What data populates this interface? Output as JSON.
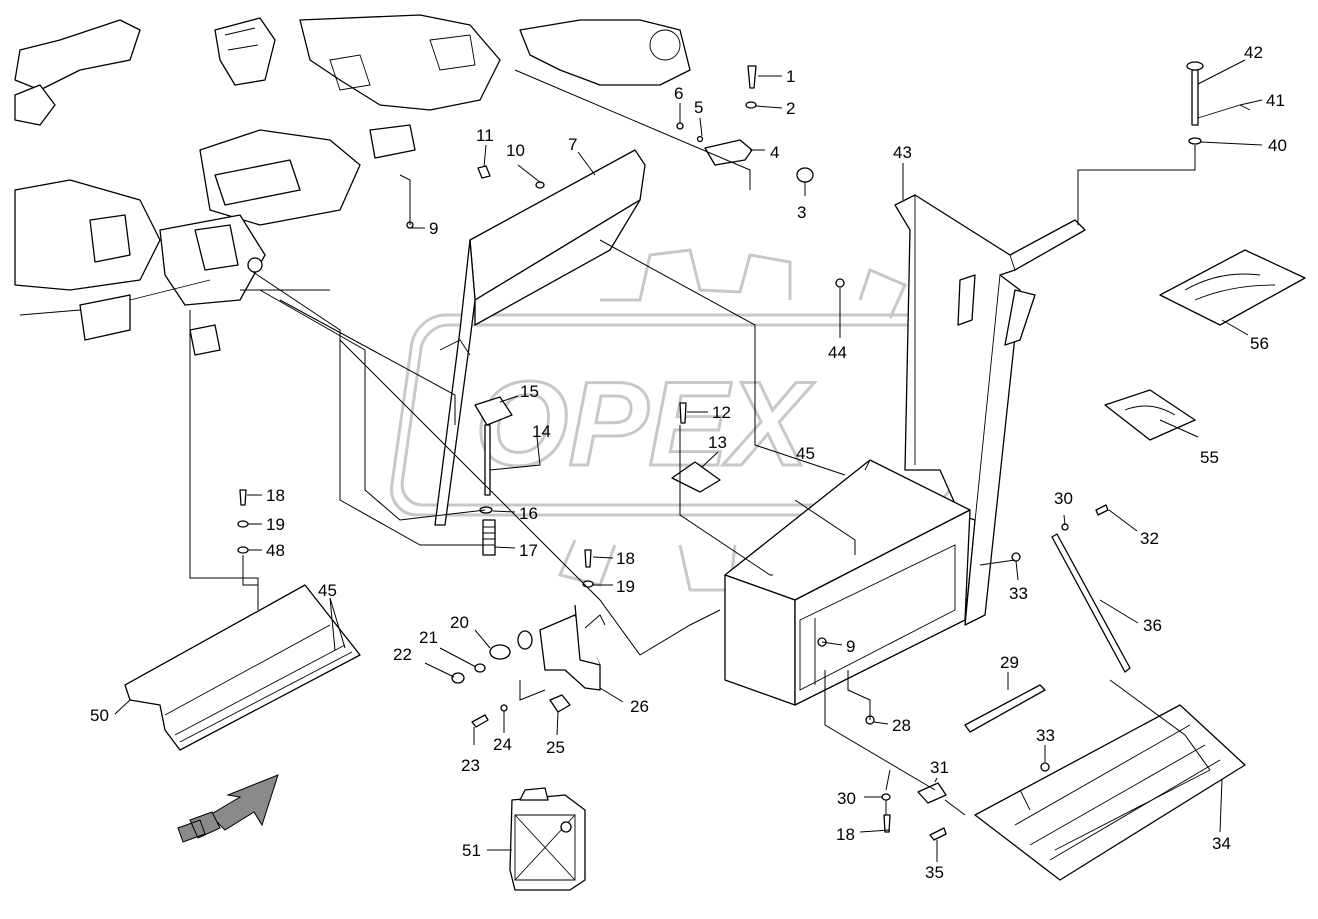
{
  "watermark": {
    "text": "OPEX"
  },
  "callouts": [
    {
      "id": "1",
      "label": "1"
    },
    {
      "id": "2",
      "label": "2"
    },
    {
      "id": "3",
      "label": "3"
    },
    {
      "id": "4",
      "label": "4"
    },
    {
      "id": "5",
      "label": "5"
    },
    {
      "id": "6",
      "label": "6"
    },
    {
      "id": "7",
      "label": "7"
    },
    {
      "id": "9a",
      "label": "9"
    },
    {
      "id": "9b",
      "label": "9"
    },
    {
      "id": "10",
      "label": "10"
    },
    {
      "id": "11",
      "label": "11"
    },
    {
      "id": "12",
      "label": "12"
    },
    {
      "id": "13",
      "label": "13"
    },
    {
      "id": "14",
      "label": "14"
    },
    {
      "id": "15",
      "label": "15"
    },
    {
      "id": "16",
      "label": "16"
    },
    {
      "id": "17",
      "label": "17"
    },
    {
      "id": "18a",
      "label": "18"
    },
    {
      "id": "18b",
      "label": "18"
    },
    {
      "id": "18c",
      "label": "18"
    },
    {
      "id": "19a",
      "label": "19"
    },
    {
      "id": "19b",
      "label": "19"
    },
    {
      "id": "20",
      "label": "20"
    },
    {
      "id": "21",
      "label": "21"
    },
    {
      "id": "22",
      "label": "22"
    },
    {
      "id": "23",
      "label": "23"
    },
    {
      "id": "24",
      "label": "24"
    },
    {
      "id": "25",
      "label": "25"
    },
    {
      "id": "26",
      "label": "26"
    },
    {
      "id": "28",
      "label": "28"
    },
    {
      "id": "29",
      "label": "29"
    },
    {
      "id": "30a",
      "label": "30"
    },
    {
      "id": "30b",
      "label": "30"
    },
    {
      "id": "31",
      "label": "31"
    },
    {
      "id": "32",
      "label": "32"
    },
    {
      "id": "33a",
      "label": "33"
    },
    {
      "id": "33b",
      "label": "33"
    },
    {
      "id": "34",
      "label": "34"
    },
    {
      "id": "35",
      "label": "35"
    },
    {
      "id": "36",
      "label": "36"
    },
    {
      "id": "40",
      "label": "40"
    },
    {
      "id": "41",
      "label": "41"
    },
    {
      "id": "42",
      "label": "42"
    },
    {
      "id": "43",
      "label": "43"
    },
    {
      "id": "44",
      "label": "44"
    },
    {
      "id": "45a",
      "label": "45"
    },
    {
      "id": "45b",
      "label": "45"
    },
    {
      "id": "48",
      "label": "48"
    },
    {
      "id": "50",
      "label": "50"
    },
    {
      "id": "51",
      "label": "51"
    },
    {
      "id": "55",
      "label": "55"
    },
    {
      "id": "56",
      "label": "56"
    }
  ],
  "colors": {
    "line": "#000000",
    "watermark": "#c8c8c8",
    "background": "#ffffff"
  },
  "icons": {
    "direction-arrow": "forward-arrow-icon"
  }
}
